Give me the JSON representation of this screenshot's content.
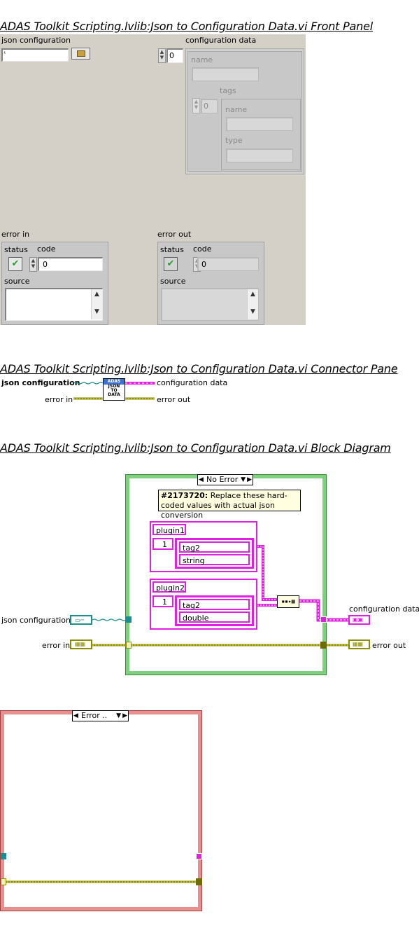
{
  "front_panel": {
    "title": "ADAS Toolkit Scripting.lvlib:Json to Configuration Data.vi Front Panel",
    "json_configuration_label": "json configuration",
    "configuration_data": {
      "label": "configuration data",
      "index": "0",
      "name_label": "name",
      "tags_label": "tags",
      "tags_index": "0",
      "tag_name_label": "name",
      "tag_type_label": "type"
    },
    "error_in": {
      "label": "error in",
      "status_label": "status",
      "code_label": "code",
      "code_value": "0",
      "source_label": "source",
      "status_glyph": "✔"
    },
    "error_out": {
      "label": "error out",
      "status_label": "status",
      "code_label": "code",
      "code_value": "0",
      "source_label": "source",
      "status_glyph": "✔"
    }
  },
  "connector_pane": {
    "title": "ADAS Toolkit Scripting.lvlib:Json to Configuration Data.vi Connector Pane",
    "input_top": "json configuration",
    "input_bottom": "error in",
    "output_top": "configuration data",
    "output_bottom": "error out",
    "icon_line1": "ADAS",
    "icon_line2": "JSON",
    "icon_line3": "TO",
    "icon_line4": "DATA"
  },
  "block_diagram": {
    "title": "ADAS Toolkit Scripting.lvlib:Json to Configuration Data.vi Block Diagram",
    "case_no_error": "No Error",
    "case_error": "Error ..",
    "comment_bold": "#2173720:",
    "comment_text": " Replace these hard-coded values with actual json conversion",
    "plugin1": {
      "name": "plugin1",
      "index": "1",
      "tag_name": "tag2",
      "tag_type": "string"
    },
    "plugin2": {
      "name": "plugin2",
      "index": "1",
      "tag_name": "tag2",
      "tag_type": "double"
    },
    "json_configuration_label": "json configuration",
    "error_in_label": "error in",
    "configuration_data_label": "configuration data",
    "error_out_label": "error out"
  },
  "colors": {
    "pink": "#e020e0",
    "cluster_olive": "#8c8c00",
    "string_teal": "#1a8f8f",
    "case_green": "#7fd07f",
    "case_red": "#e89090"
  }
}
